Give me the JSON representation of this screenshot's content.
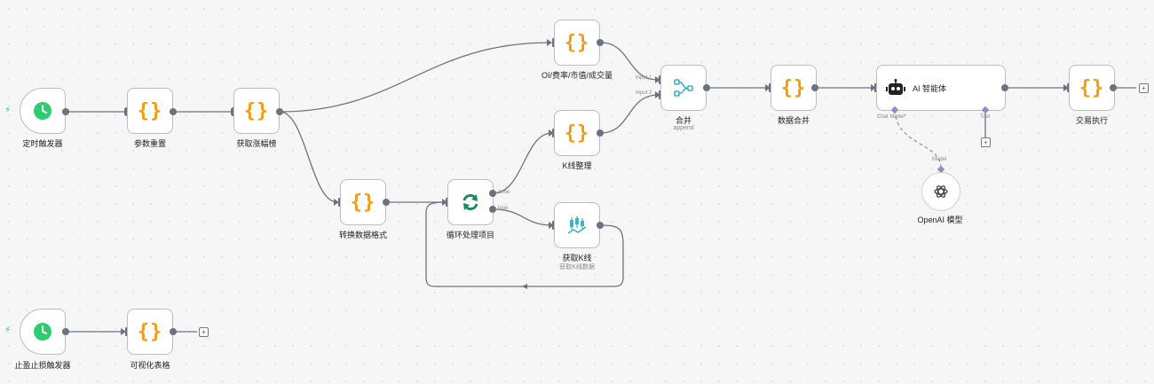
{
  "nodes": {
    "timer_trigger": {
      "label": "定时触发器"
    },
    "param_reset": {
      "label": "参数重置"
    },
    "get_gainers": {
      "label": "获取涨幅榜"
    },
    "convert_format": {
      "label": "转换数据格式"
    },
    "loop_items": {
      "label": "循环处理项目",
      "port_done": "done",
      "port_loop": "loop"
    },
    "oi_rate": {
      "label": "OI/费率/市值/成交量"
    },
    "kline_sort": {
      "label": "K线整理"
    },
    "get_kline": {
      "label": "获取K线",
      "sublabel": "获取K线数据"
    },
    "merge": {
      "label": "合并",
      "sublabel": "append",
      "input1": "Input 1",
      "input2": "Input 2"
    },
    "data_merge": {
      "label": "数据合并"
    },
    "ai_agent": {
      "title": "AI 智能体",
      "chat_model_port": "Chat Model",
      "required_mark": "*",
      "tool_port": "Tool"
    },
    "openai_model": {
      "label": "OpenAI 模型",
      "port": "Model"
    },
    "trade_exec": {
      "label": "交易执行"
    },
    "tp_sl_trigger": {
      "label": "止盈止损触发器"
    },
    "visual_table": {
      "label": "可视化表格"
    }
  },
  "icons": {
    "trigger": "clock-icon",
    "code": "curly-braces-icon",
    "loop": "refresh-icon",
    "http": "candlestick-icon",
    "merge": "merge-icon",
    "agent": "robot-icon",
    "model": "openai-icon",
    "add": "plus-icon",
    "bolt": "lightning-icon"
  },
  "colors": {
    "edge": "#6b7280",
    "code_icon": "#f39c12",
    "trigger_icon": "#2ecc71",
    "loop_icon": "#1b8a5a",
    "merge_icon": "#3bb3c3",
    "ai_port": "#8d8fc7",
    "ai_required": "#e74c3c"
  },
  "symbols": {
    "curly": "{}",
    "plus": "+",
    "bolt": "⚡"
  }
}
